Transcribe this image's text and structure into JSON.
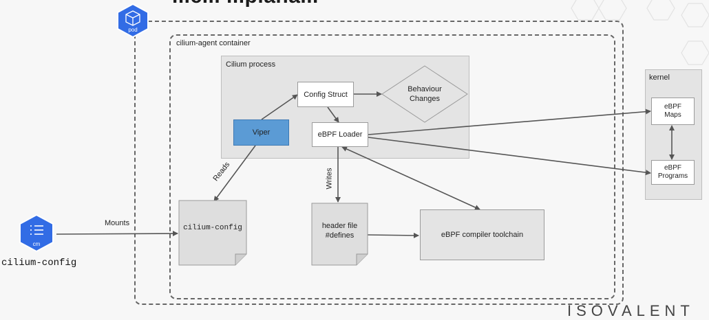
{
  "slide": {
    "title_fragment": "...c... ...plana...",
    "brand": "ISOVALENT"
  },
  "pod": {
    "icon": "pod-icon",
    "caption": "pod"
  },
  "container": {
    "label": "cilium-agent container"
  },
  "process": {
    "label": "Cilium process"
  },
  "nodes": {
    "config_struct": "Config Struct",
    "behaviour_changes": "Behaviour\nChanges",
    "viper": "Viper",
    "ebpf_loader": "eBPF Loader",
    "cilium_config_file": "cilium-config",
    "header_file": "header file\n#defines",
    "compiler": "eBPF compiler toolchain"
  },
  "kernel": {
    "label": "kernel",
    "maps": "eBPF\nMaps",
    "programs": "eBPF\nPrograms"
  },
  "configmap": {
    "icon": "configmap-icon",
    "caption": "cm",
    "name": "cilium-config"
  },
  "edge_labels": {
    "reads": "Reads",
    "writes": "Writes",
    "mounts": "Mounts"
  },
  "colors": {
    "viper": "#5b9bd5",
    "k8s_blue": "#326ce5",
    "dashed": "#666666"
  }
}
